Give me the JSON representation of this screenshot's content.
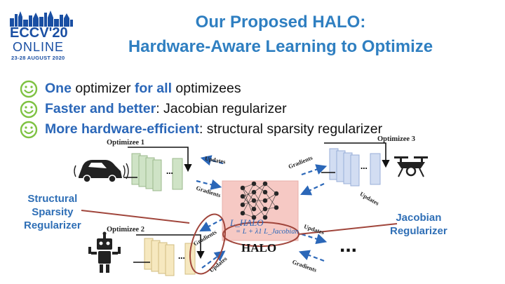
{
  "logo": {
    "line1": "ECCV'20",
    "line2": "ONLINE",
    "line3": "23-28 AUGUST 2020"
  },
  "title": {
    "line1": "Our Proposed HALO:",
    "line2": "Hardware-Aware Learning to Optimize"
  },
  "bullets": [
    {
      "parts": [
        {
          "text": "One",
          "hl": true
        },
        {
          "text": " optimizer ",
          "hl": false
        },
        {
          "text": "for all",
          "hl": true
        },
        {
          "text": " optimizees",
          "hl": false
        }
      ]
    },
    {
      "parts": [
        {
          "text": "Faster and better",
          "hl": true
        },
        {
          "text": ": Jacobian regularizer",
          "hl": false
        }
      ]
    },
    {
      "parts": [
        {
          "text": "More hardware-efficient",
          "hl": true
        },
        {
          "text": ": structural sparsity regularizer",
          "hl": false
        }
      ]
    }
  ],
  "diagram": {
    "optimizee1": "Optimizee 1",
    "optimizee2": "Optimizee 2",
    "optimizee3": "Optimizee 3",
    "updates": "Updates",
    "gradients": "Gradients",
    "ellipsis": "...",
    "more": "...",
    "halo_label": "HALO",
    "loss_line1": "L_HALO",
    "loss_line2": "= L + λ1 L_Jacobian"
  },
  "side_labels": {
    "structural": [
      "Structural",
      "Sparsity",
      "Regularizer"
    ],
    "jacobian": [
      "Jacobian",
      "Regularizer"
    ]
  },
  "colors": {
    "title": "#2f7fc1",
    "highlight": "#2b67b8",
    "smiley": "#7ec242",
    "callout": "#a0453b",
    "arrow_blue": "#2b67b8",
    "halo_bg": "#f6c9c4"
  }
}
